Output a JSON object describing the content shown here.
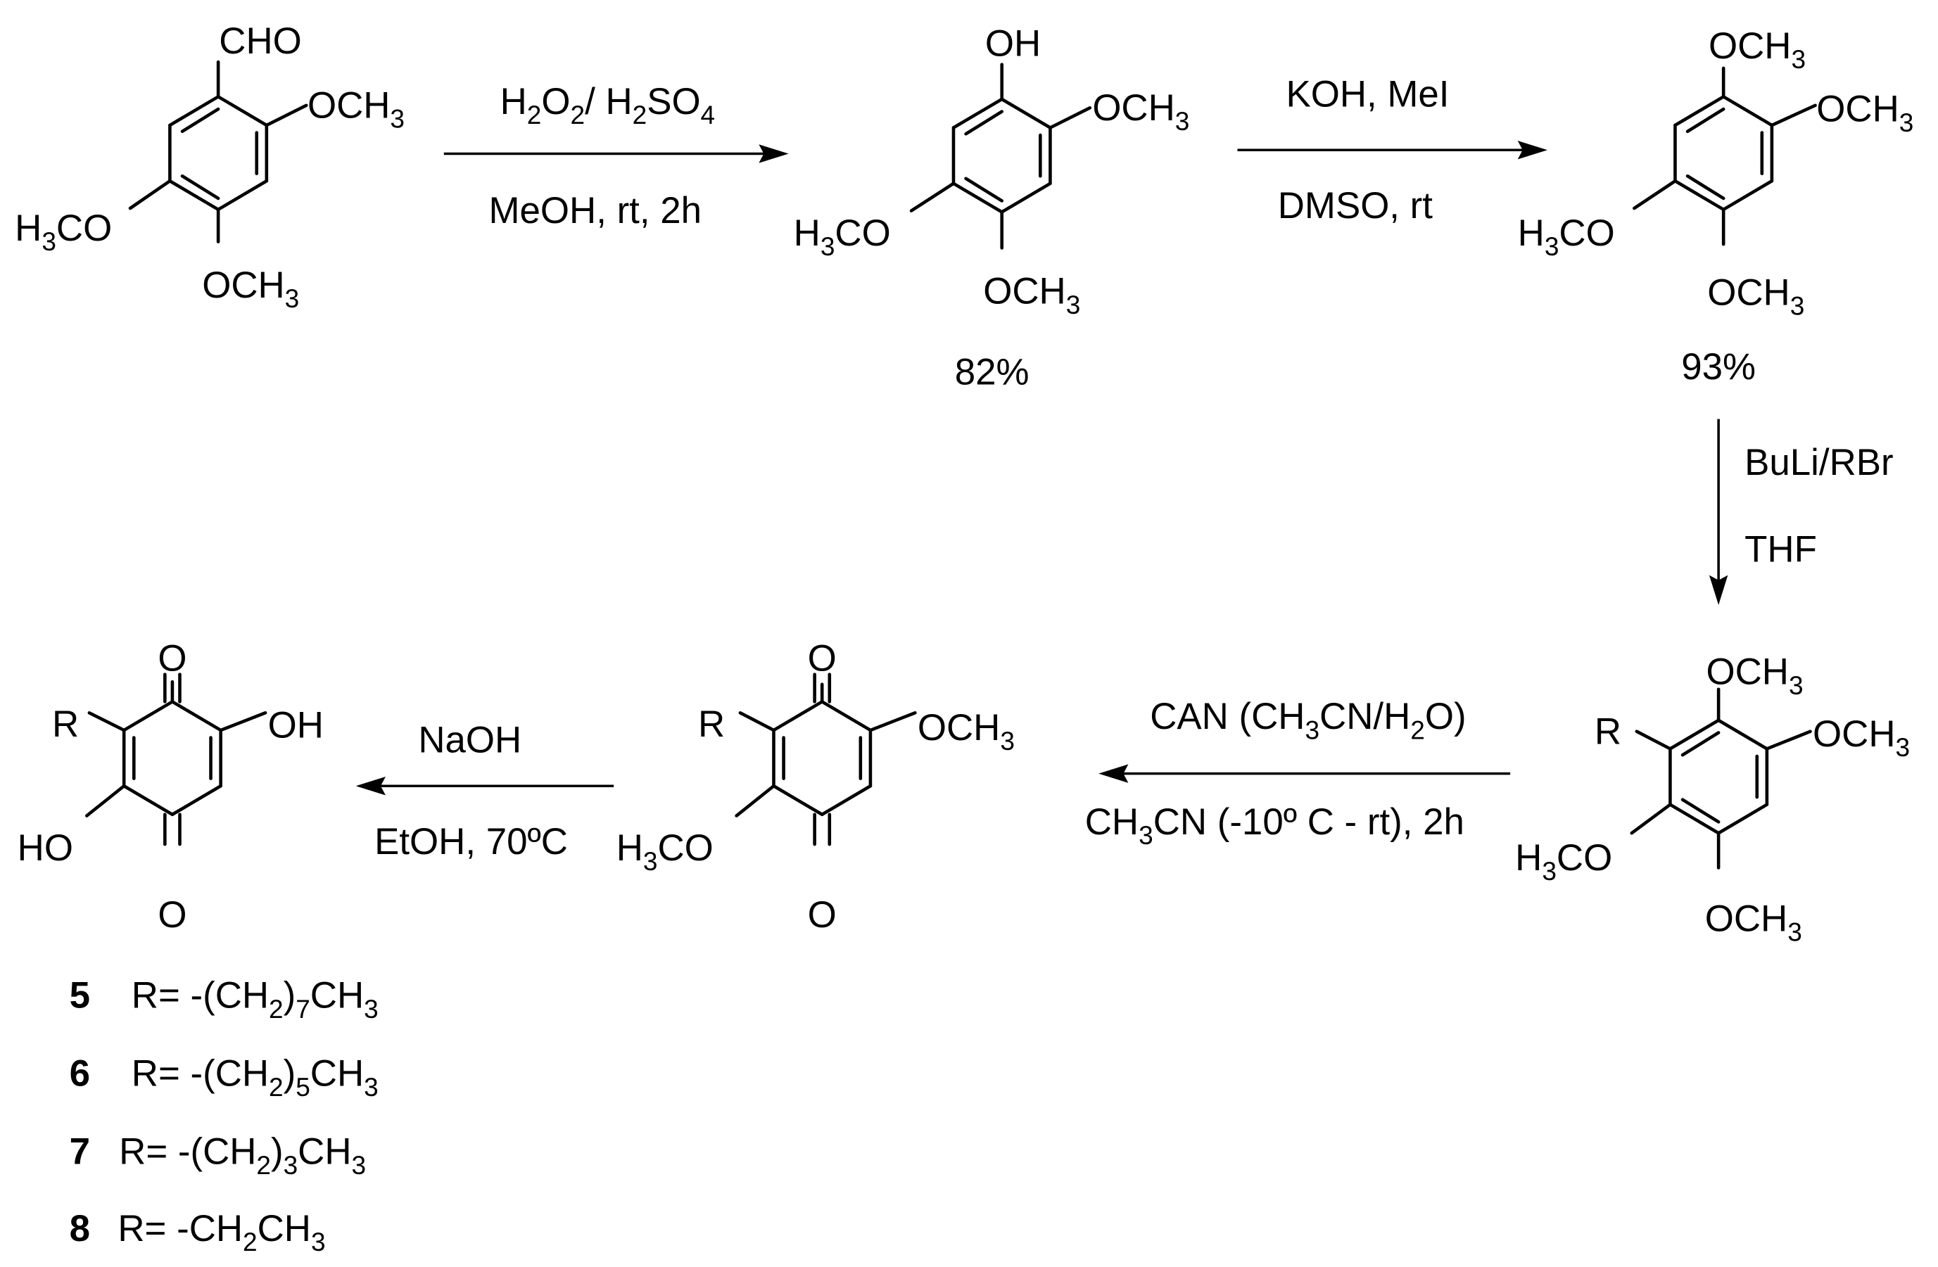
{
  "structures": {
    "start": {
      "top": "CHO",
      "right": [
        "OCH",
        "3"
      ],
      "left": [
        "H",
        "3",
        "CO"
      ],
      "bottom": [
        "OCH",
        "3"
      ]
    },
    "phenol": {
      "top": "OH",
      "right": [
        "OCH",
        "3"
      ],
      "left": [
        "H",
        "3",
        "CO"
      ],
      "bottom": [
        "OCH",
        "3"
      ],
      "yield": "82%"
    },
    "tetramethoxy": {
      "top": [
        "OCH",
        "3"
      ],
      "right": [
        "OCH",
        "3"
      ],
      "left": [
        "H",
        "3",
        "CO"
      ],
      "bottom": [
        "OCH",
        "3"
      ],
      "yield": "93%"
    },
    "alkylated": {
      "top": [
        "OCH",
        "3"
      ],
      "r": "R",
      "right": [
        "OCH",
        "3"
      ],
      "left": [
        "H",
        "3",
        "CO"
      ],
      "bottom": [
        "OCH",
        "3"
      ]
    },
    "quinone": {
      "r": "R",
      "o_top": "O",
      "o_bottom": "O",
      "right": [
        "OCH",
        "3"
      ],
      "left": [
        "H",
        "3",
        "CO"
      ]
    },
    "product": {
      "r": "R",
      "o_top": "O",
      "o_bottom": "O",
      "right": "OH",
      "left": "HO"
    }
  },
  "reactions": {
    "step1": {
      "above": [
        "H",
        "2",
        "O",
        "2",
        "/ H",
        "2",
        "SO",
        "4"
      ],
      "below": "MeOH, rt, 2h"
    },
    "step2": {
      "above": "KOH, MeI",
      "below": "DMSO, rt"
    },
    "step3": {
      "right_top": "BuLi/RBr",
      "right_bottom": "THF"
    },
    "step4": {
      "above": [
        "CAN (CH",
        "3",
        "CN/H",
        "2",
        "O)"
      ],
      "below": [
        "CH",
        "3",
        "CN (-10º C - rt), 2h"
      ]
    },
    "step5": {
      "above": "NaOH",
      "below": "EtOH, 70ºC"
    }
  },
  "compounds": [
    {
      "number": "5",
      "r_prefix": "R= -(CH",
      "n1": "2",
      "mid": ")",
      "n2": "7",
      "tail": "CH",
      "n3": "3"
    },
    {
      "number": "6",
      "r_prefix": "R= -(CH",
      "n1": "2",
      "mid": ")",
      "n2": "5",
      "tail": "CH",
      "n3": "3"
    },
    {
      "number": "7",
      "r_prefix": "R= -(CH",
      "n1": "2",
      "mid": ")",
      "n2": "3",
      "tail": "CH",
      "n3": "3"
    },
    {
      "number": "8",
      "r_prefix": "R= -CH",
      "n1": "2",
      "mid": "",
      "n2": "",
      "tail": "CH",
      "n3": "3"
    }
  ]
}
